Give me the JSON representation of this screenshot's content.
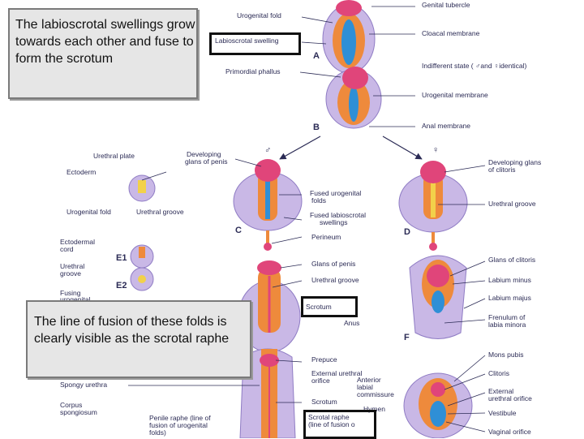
{
  "callouts": {
    "top": "The labioscrotal swellings grow towards each other and fuse to form the scrotum",
    "bottom": "The line of fusion of these folds is clearly visible as the scrotal raphe"
  },
  "labels": {
    "genital_tubercle": "Genital tubercle",
    "urogenital_fold": "Urogenital fold",
    "labioscrotal_swelling": "Labioscrotal swelling",
    "cloacal_membrane": "Cloacal membrane",
    "stage_a": "A",
    "indifferent_state": "Indifferent state (  ♂and  ♀identical)",
    "primordial_phallus": "Primordial phallus",
    "urogenital_membrane": "Urogenital membrane",
    "stage_b": "B",
    "anal_membrane": "Anal membrane",
    "male_symbol": "♂",
    "female_symbol": "♀",
    "urethral_plate": "Urethral plate",
    "developing_glans_penis_1": "Developing",
    "developing_glans_penis_2": "glans of penis",
    "developing_glans_clitoris_1": "Developing glans",
    "developing_glans_clitoris_2": "of clitoris",
    "ectoderm": "Ectoderm",
    "fused_urogenital_folds_1": "Fused urogenital",
    "fused_urogenital_folds_2": "folds",
    "urethral_groove_d": "Urethral groove",
    "urogenital_fold_c": "Urogenital fold",
    "urethral_groove_c": "Urethral groove",
    "fused_labioscrotal_1": "Fused labioscrotal",
    "fused_labioscrotal_2": "swellings",
    "stage_c": "C",
    "stage_d": "D",
    "perineum": "Perineum",
    "ectodermal_cord_1": "Ectodermal",
    "ectodermal_cord_2": "cord",
    "stage_e1": "E1",
    "urethral_groove_e_1": "Urethral",
    "urethral_groove_e_2": "groove",
    "stage_e2": "E2",
    "fusing_1": "Fusing",
    "fusing_2": "urogenital",
    "glans_of_penis": "Glans of penis",
    "urethral_groove_male": "Urethral groove",
    "glans_of_clitoris": "Glans of clitoris",
    "labium_minus": "Labium minus",
    "labium_majus": "Labium majus",
    "scrotum_boxed": "Scrotum",
    "anus": "Anus",
    "stage_f": "F",
    "frenulum_1": "Frenulum of",
    "frenulum_2": "labia minora",
    "prepuce": "Prepuce",
    "mons_pubis": "Mons pubis",
    "external_urethral_orifice_1": "External urethral",
    "external_urethral_orifice_2": "orifice",
    "anterior_labial_1": "Anterior",
    "anterior_labial_2": "labial",
    "anterior_labial_3": "commissure",
    "clitoris": "Clitoris",
    "spongy_urethra": "Spongy urethra",
    "external_urethral_f_1": "External",
    "external_urethral_f_2": "urethral orifice",
    "corpus_spongiosum_1": "Corpus",
    "corpus_spongiosum_2": "spongiosum",
    "scrotum": "Scrotum",
    "hymen": "Hymen",
    "penile_raphe_1": "Penile raphe (line of",
    "penile_raphe_2": "fusion of urogenital",
    "penile_raphe_3": "folds)",
    "scrotal_raphe_1": "Scrotal raphe",
    "scrotal_raphe_2": "(line of fusion o",
    "vestibule": "Vestibule",
    "vaginal_orifice": "Vaginal orifice"
  },
  "colors": {
    "ink": "#2b2b55",
    "swelling": "#c9b8e6",
    "swelling_edge": "#8f7cc4",
    "tubercle": "#e0457a",
    "fold": "#ee8a3c",
    "groove": "#2f8fd6",
    "callout_bg": "#e6e6e6"
  }
}
